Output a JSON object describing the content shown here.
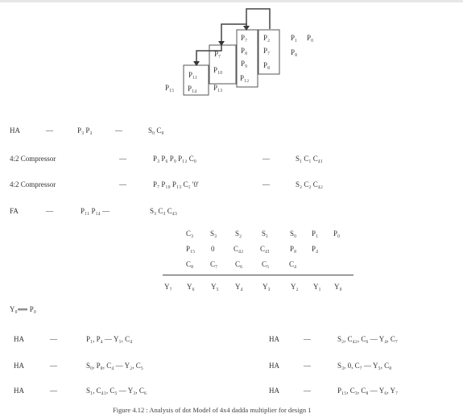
{
  "diagram": {
    "c1": [
      "P₇",
      "P₈",
      "P₉",
      "P₁₂"
    ],
    "c2": [
      "P₂",
      "P₇",
      "P₈"
    ],
    "c3": [
      "P₇",
      "P₁₀",
      "P₁₃"
    ],
    "c4": [
      "P₁₁",
      "P₁₄"
    ],
    "loose": [
      "P₁",
      "P₀",
      "P₈",
      "P₁₅"
    ]
  },
  "steps": [
    {
      "op": "HA",
      "dash1": "—",
      "inputs": "P₃ P₃",
      "dash2": "—",
      "outputs": "S₀ C₀"
    },
    {
      "op": "4:2 Compressor",
      "dash1": "—",
      "inputs": "P₃ P₆ P₉ P₁₂ C₀",
      "dash2": "—",
      "outputs": "S₁ C₁ C₄₁"
    },
    {
      "op": "4:2 Compressor",
      "dash1": "—",
      "inputs": "P₇ P₁₀ P₁₃ C₁ '0'",
      "dash2": "—",
      "outputs": "S₂ C₂ C₄₂"
    },
    {
      "op": "FA",
      "dash1": "—",
      "inputs": "P₁₁ P₁₄ —",
      "dash2": "",
      "outputs": "S₃ C₃ C₄₃"
    }
  ],
  "matrix": {
    "rows": [
      [
        "C₃",
        "S₃",
        "S₂",
        "S₁",
        "S₀",
        "P₁",
        "P₀"
      ],
      [
        "P₁₅",
        "0",
        "C₄₂",
        "C₄₁",
        "P₈",
        "P₄",
        ""
      ],
      [
        "C₈",
        "C₇",
        "C₆",
        "C₅",
        "C₄",
        "",
        ""
      ]
    ],
    "result": [
      "Y₇",
      "Y₆",
      "Y₅",
      "Y₄",
      "Y₃",
      "Y₂",
      "Y₁",
      "Y₀"
    ]
  },
  "assign": "Y₀⟸ P₀",
  "final_left": [
    {
      "op": "HA",
      "dash": "—",
      "expr": "P₁, P₄ — Y₁, C₄"
    },
    {
      "op": "HA",
      "dash": "—",
      "expr": "S₀, P₈, C₄ — Y₂, C₅"
    },
    {
      "op": "HA",
      "dash": "—",
      "expr": "S₁, C₄₁, C₅ — Y₃, C₆"
    }
  ],
  "final_right": [
    {
      "op": "HA",
      "dash": "—",
      "expr": "S₂, C₄₂, C₆ — Y₄, C₇"
    },
    {
      "op": "HA",
      "dash": "—",
      "expr": "S₃, 0, C₇ — Y₅, C₈"
    },
    {
      "op": "HA",
      "dash": "—",
      "expr": "P₁₅, C₃, C₈ — Y₆, Y₇"
    }
  ],
  "caption": "Figure 4.12 : Analysis of dot Model of 4x4 dadda multiplier for design 1"
}
